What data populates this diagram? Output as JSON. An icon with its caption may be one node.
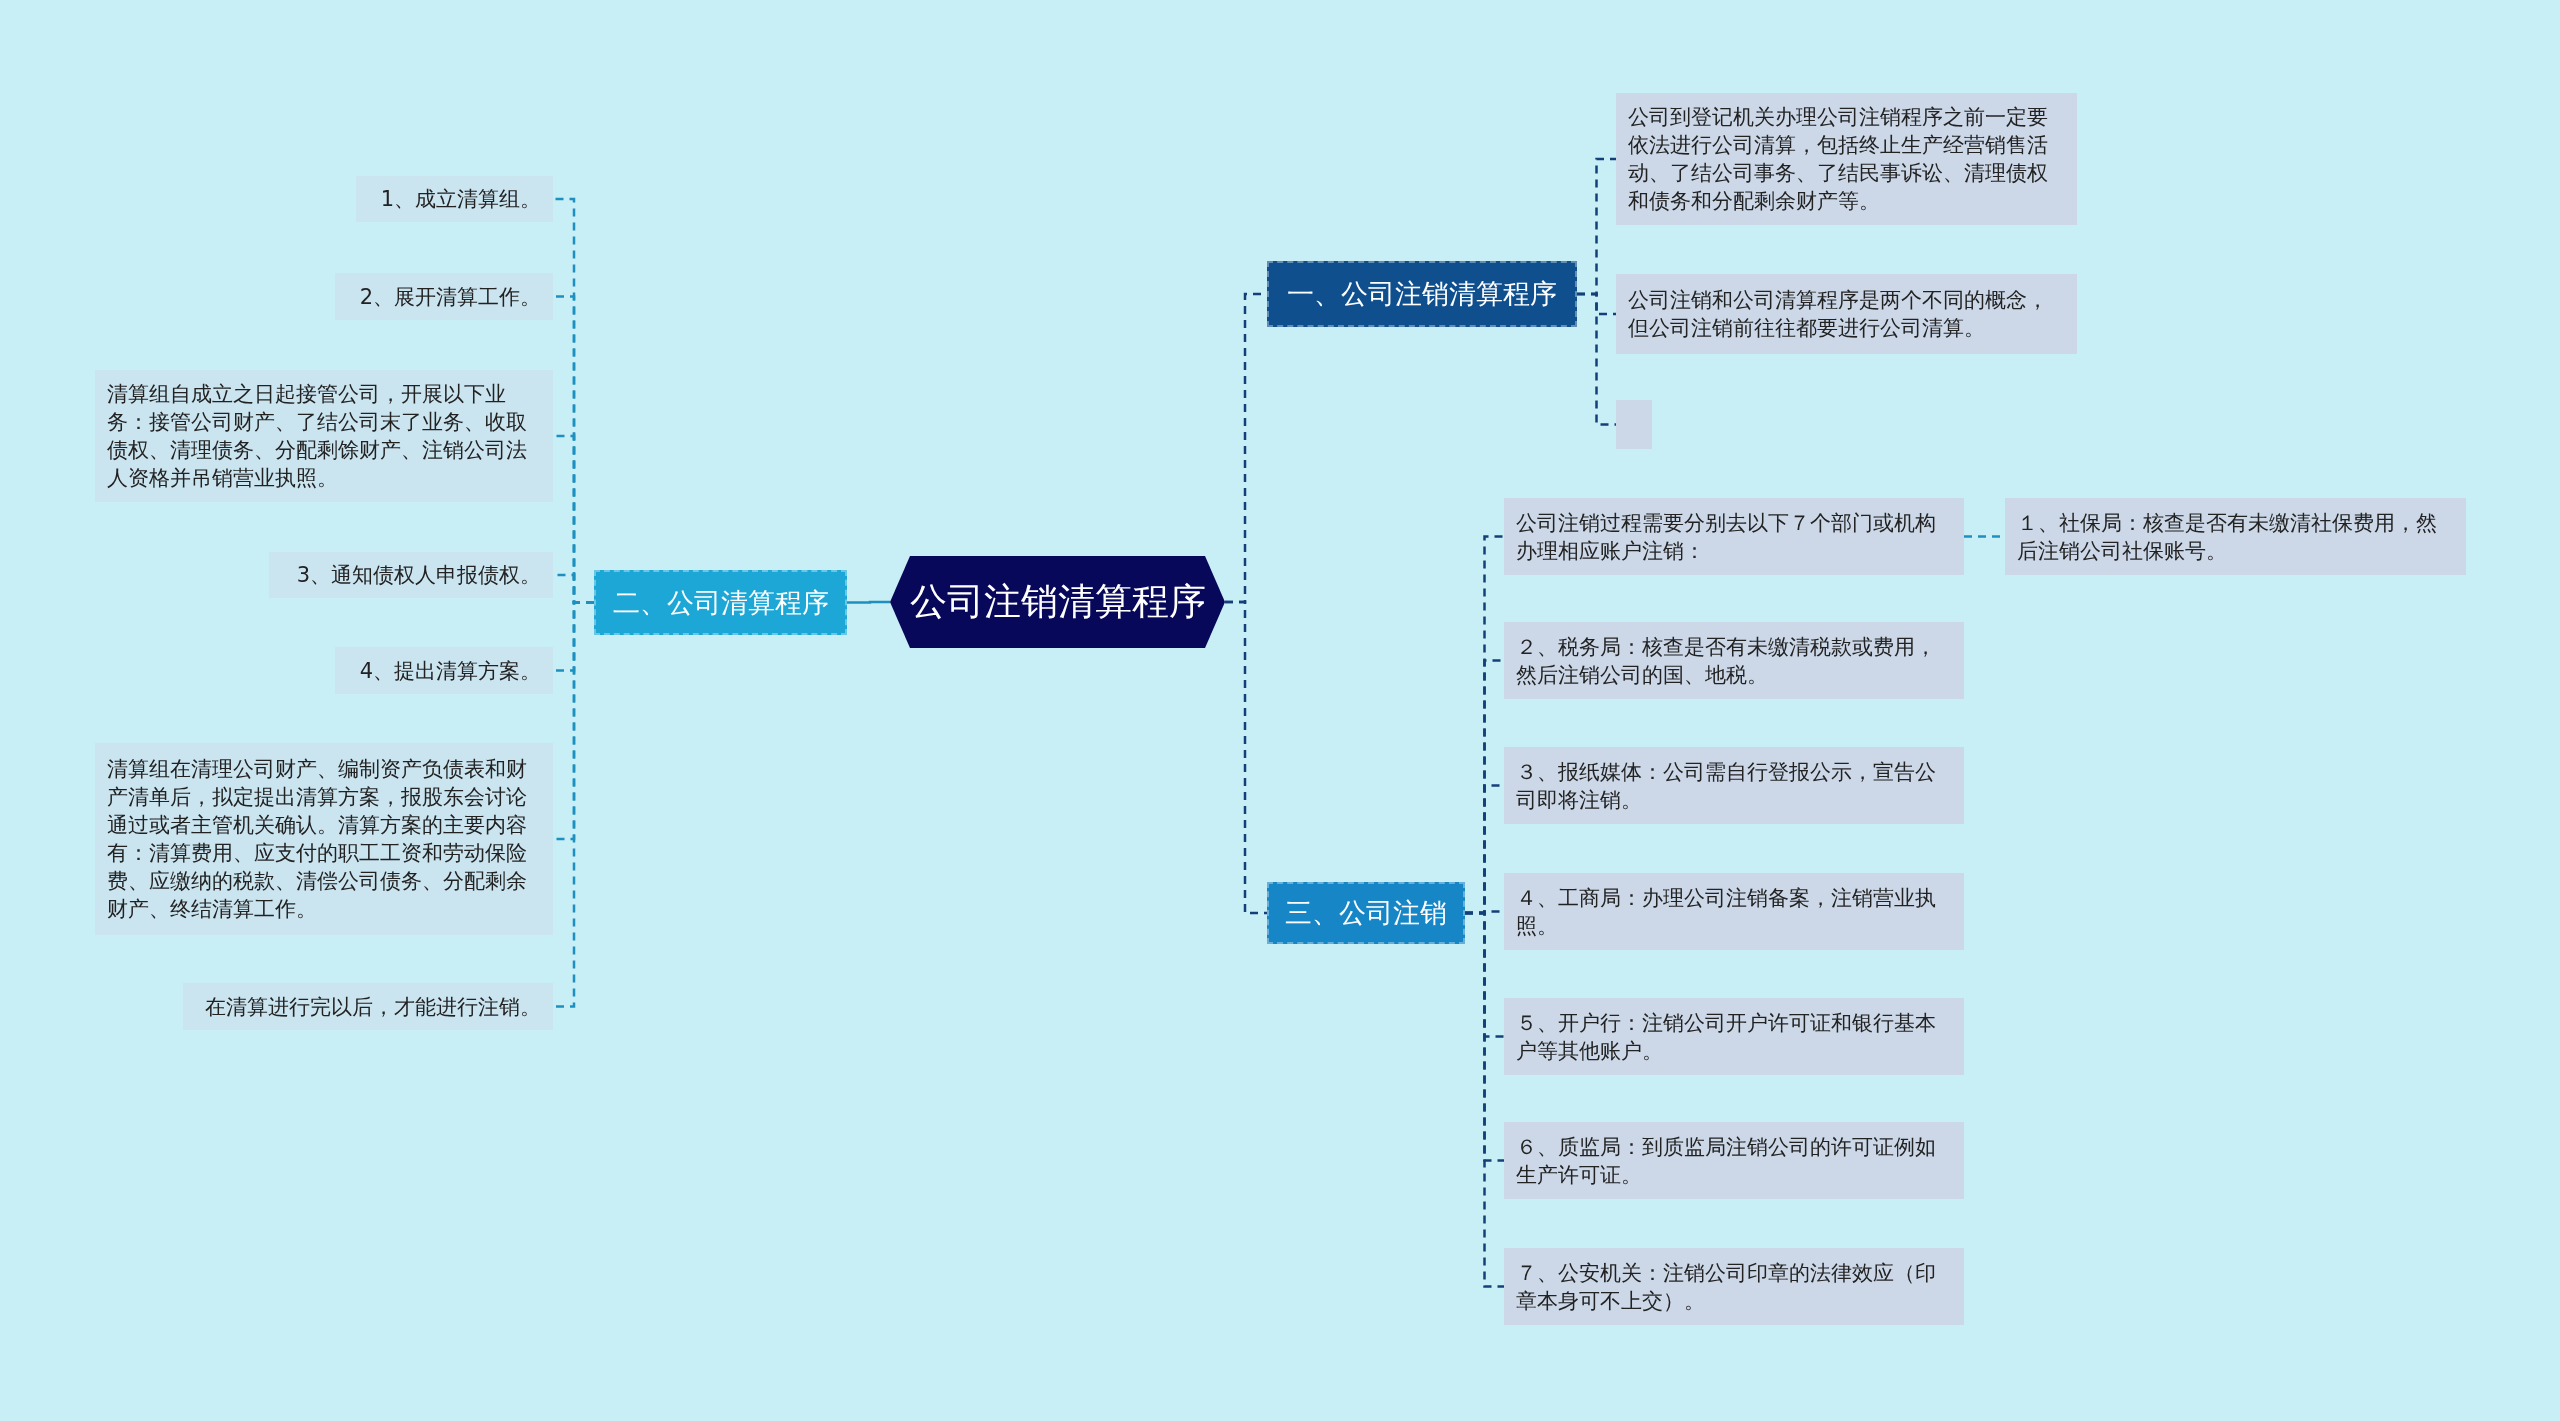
{
  "diagram": {
    "nodes": [
      {
        "text": [
          "公司注销清算程序"
        ]
      },
      {
        "text": [
          "一、公司注销清算程序"
        ]
      },
      {
        "text": [
          "公司到登记机关办理公司注销程序之前一定要依法进行公司清算，包括终止生产经营销售活动、了结公司事务、了结民事诉讼、清理债权和债务和分配剩余财产等。"
        ]
      },
      {
        "text": [
          "公司注销和公司清算程序是两个不同的概念，但公司注销前往往都要进行公司清算。"
        ]
      },
      {
        "text": [],
        "shape": "box"
      },
      {
        "text": [
          "二、公司清算程序"
        ]
      },
      {
        "text": [
          "1、成立清算组。"
        ]
      },
      {
        "text": [
          "2、展开清算工作。"
        ]
      },
      {
        "text": [
          "清算组自成立之日起接管公司，开展以下业务：接管公司财产、了结公司末了业务、收取债权、清理债务、分配剩馀财产、注销公司法人资格并吊销营业执照。"
        ]
      },
      {
        "text": [
          "3、通知债权人申报债权。"
        ]
      },
      {
        "text": [
          "4、提出清算方案。"
        ]
      },
      {
        "text": [
          "清算组在清理公司财产、编制资产负债表和财产清单后，拟定提出清算方案，报股东会讨论通过或者主管机关确认。清算方案的主要内容有：清算费用、应支付的职工工资和劳动保险费、应缴纳的税款、清偿公司债务、分配剩余财产、终结清算工作。"
        ]
      },
      {
        "text": [
          "在清算进行完以后，才能进行注销。"
        ]
      },
      {
        "text": [
          "三、公司注销"
        ]
      },
      {
        "text": [
          "公司注销过程需要分别去以下７个部门或机构办理相应账户注销："
        ]
      },
      {
        "text": [
          "１、社保局：核查是否有未缴清社保费用，然后注销公司社保账号。"
        ]
      },
      {
        "text": [
          "２、税务局：核查是否有未缴清税款或费用，然后注销公司的国、地税。"
        ]
      },
      {
        "text": [
          "３、报纸媒体：公司需自行登报公示，宣告公司即将注销。"
        ]
      },
      {
        "text": [
          "４、工商局：办理公司注销备案，注销营业执照。"
        ]
      },
      {
        "text": [
          "５、开户行：注销公司开户许可证和银行基本户等其他账户。"
        ]
      },
      {
        "text": [
          "６、质监局：到质监局注销公司的许可证例如生产许可证。"
        ]
      },
      {
        "text": [
          "７、公安机关：注销公司印章的法律效应（印章本身可不上交）。"
        ]
      }
    ],
    "edges": [
      {
        "from": 0,
        "to": 1,
        "arrow": "none",
        "style": "dashed",
        "color": "#14407a"
      },
      {
        "from": 0,
        "to": 13,
        "arrow": "none",
        "style": "dashed",
        "color": "#14407a"
      },
      {
        "from": 0,
        "to": 5,
        "arrow": "none"
      },
      {
        "from": 1,
        "to": 2,
        "arrow": "none",
        "style": "dashed",
        "color": "#14407a"
      },
      {
        "from": 1,
        "to": 3,
        "arrow": "none",
        "style": "dashed",
        "color": "#14407a"
      },
      {
        "from": 1,
        "to": 4,
        "arrow": "none",
        "style": "dashed",
        "color": "#14407a"
      },
      {
        "from": 5,
        "to": 6,
        "arrow": "none",
        "style": "dashed"
      },
      {
        "from": 5,
        "to": 7,
        "arrow": "none",
        "style": "dashed"
      },
      {
        "from": 5,
        "to": 8,
        "arrow": "none",
        "style": "dashed"
      },
      {
        "from": 5,
        "to": 9,
        "arrow": "none",
        "style": "dashed"
      },
      {
        "from": 5,
        "to": 10,
        "arrow": "none",
        "style": "dashed"
      },
      {
        "from": 5,
        "to": 11,
        "arrow": "none",
        "style": "dashed"
      },
      {
        "from": 5,
        "to": 12,
        "arrow": "none",
        "style": "dashed"
      },
      {
        "from": 13,
        "to": 14,
        "arrow": "none",
        "style": "dashed",
        "color": "#14407a"
      },
      {
        "from": 13,
        "to": 16,
        "arrow": "none",
        "style": "dashed",
        "color": "#14407a"
      },
      {
        "from": 13,
        "to": 17,
        "arrow": "none",
        "style": "dashed",
        "color": "#14407a"
      },
      {
        "from": 13,
        "to": 18,
        "arrow": "none",
        "style": "dashed",
        "color": "#14407a"
      },
      {
        "from": 13,
        "to": 19,
        "arrow": "none",
        "style": "dashed",
        "color": "#14407a"
      },
      {
        "from": 13,
        "to": 20,
        "arrow": "none",
        "style": "dashed",
        "color": "#14407a"
      },
      {
        "from": 13,
        "to": 21,
        "arrow": "none",
        "style": "dashed",
        "color": "#14407a"
      },
      {
        "from": 14,
        "to": 15,
        "arrow": "none",
        "style": "dashed"
      }
    ]
  }
}
